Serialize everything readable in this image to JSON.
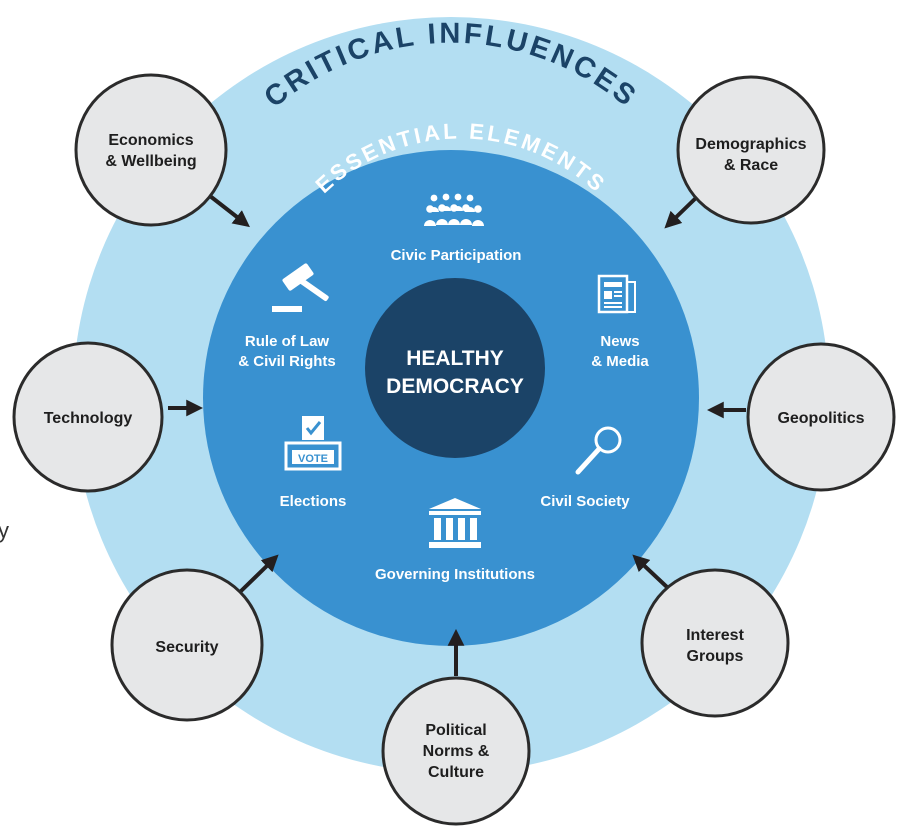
{
  "diagram": {
    "outer_ring_title": "CRITICAL INFLUENCES",
    "inner_ring_title": "ESSENTIAL ELEMENTS",
    "center": {
      "line1": "HEALTHY",
      "line2": "DEMOCRACY"
    },
    "elements": {
      "civic_participation": {
        "label": "Civic Participation",
        "icon": "people-group-icon"
      },
      "news_media": {
        "line1": "News",
        "line2": "& Media",
        "icon": "newspaper-icon"
      },
      "civil_society": {
        "label": "Civil Society",
        "icon": "magnifier-icon"
      },
      "governing_institutions": {
        "label": "Governing Institutions",
        "icon": "government-building-icon"
      },
      "elections": {
        "label": "Elections",
        "icon": "ballot-box-icon",
        "icon_text": "VOTE"
      },
      "rule_of_law": {
        "line1": "Rule of Law",
        "line2": "& Civil Rights",
        "icon": "gavel-icon"
      }
    },
    "influences": {
      "economics": {
        "line1": "Economics",
        "line2": "& Wellbeing"
      },
      "demographics": {
        "line1": "Demographics",
        "line2": "& Race"
      },
      "technology": {
        "label": "Technology"
      },
      "geopolitics": {
        "label": "Geopolitics"
      },
      "security": {
        "label": "Security"
      },
      "interest_groups": {
        "line1": "Interest",
        "line2": "Groups"
      },
      "political_norms": {
        "line1": "Political",
        "line2": "Norms &",
        "line3": "Culture"
      }
    },
    "edge_fragment": "y",
    "colors": {
      "outer_ring": "#b3def2",
      "inner_disc": "#3991d0",
      "center_disc": "#1b4367",
      "outer_title_text": "#1b4367",
      "influence_circle": "#e6e7e8",
      "arrow": "#231f20"
    }
  }
}
